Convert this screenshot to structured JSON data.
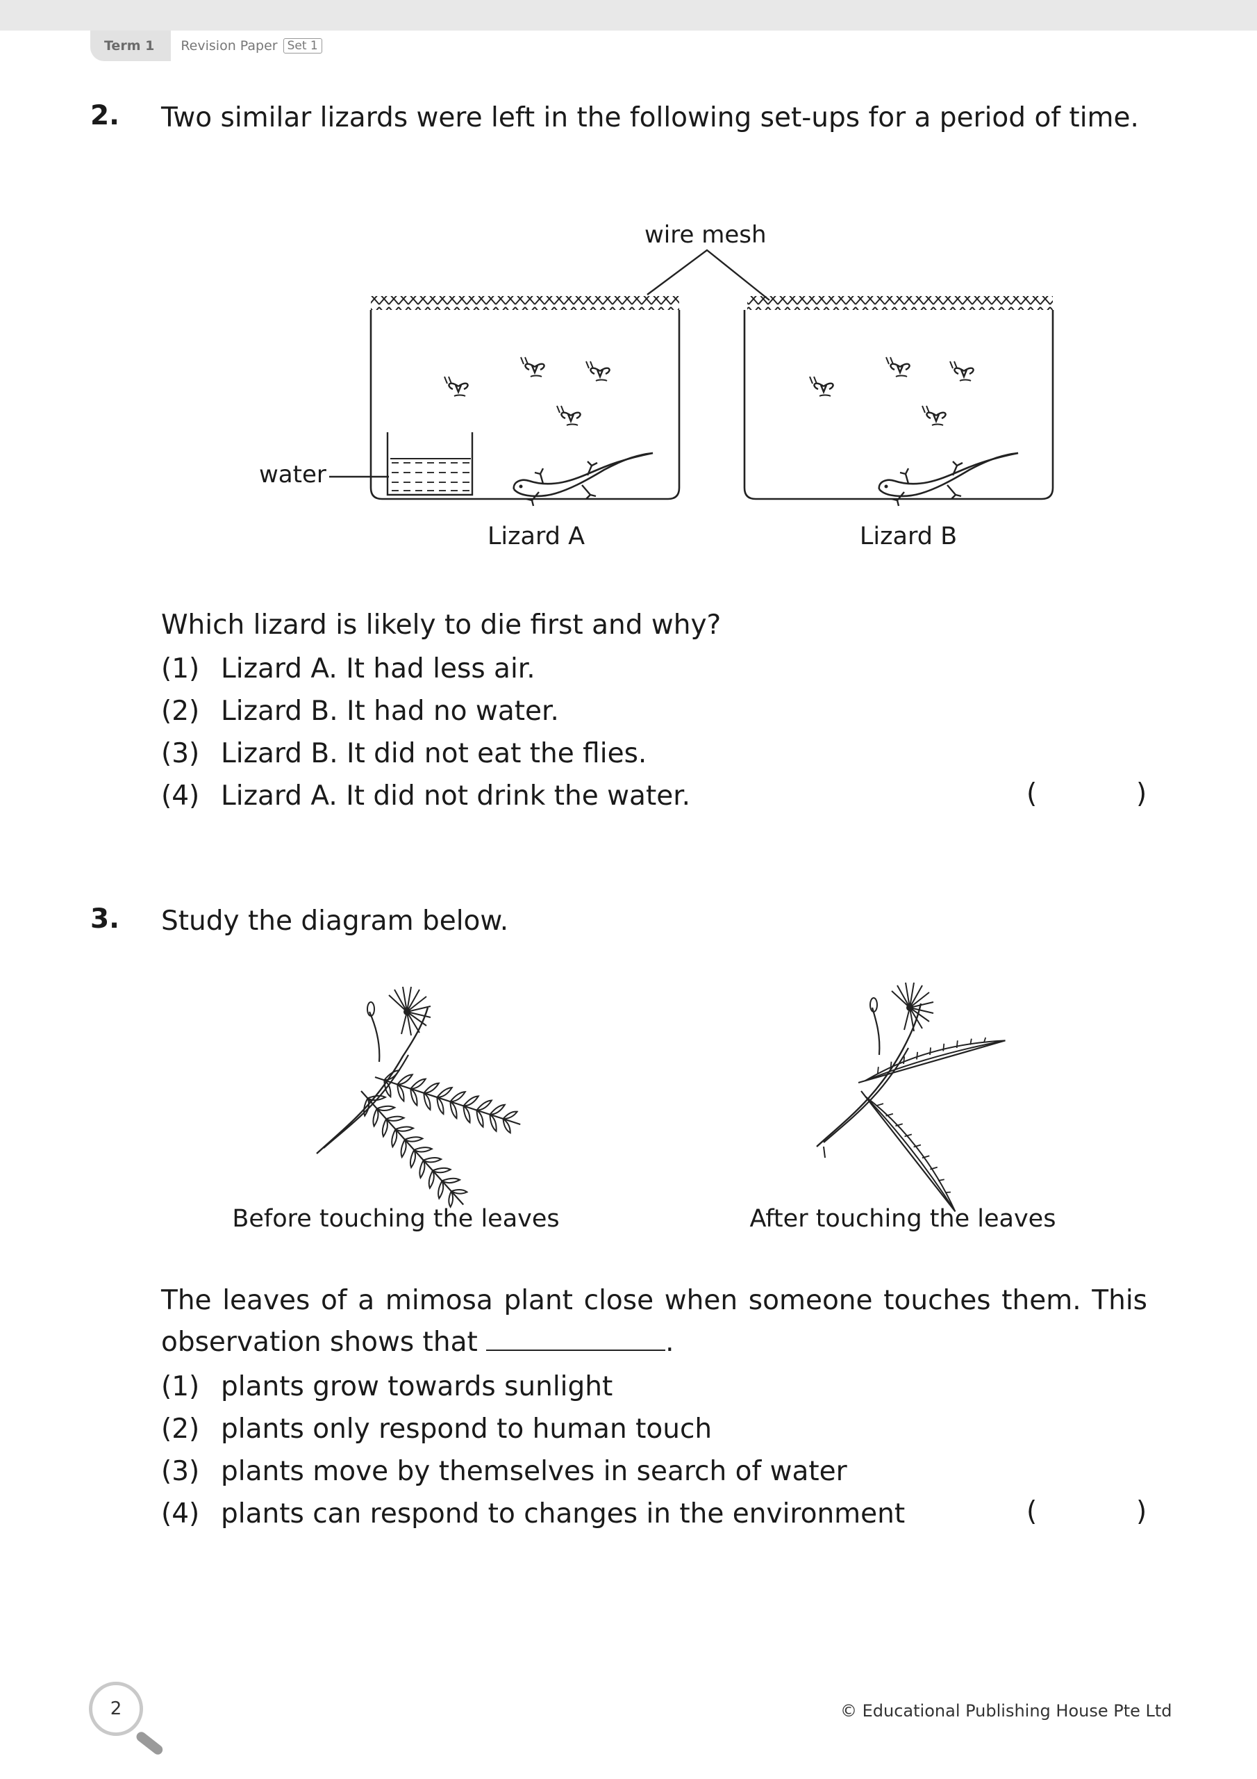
{
  "header": {
    "term": "Term 1",
    "paper": "Revision Paper",
    "set": "Set 1"
  },
  "q2": {
    "number": "2.",
    "stem": "Two similar lizards were left in the following set-ups for a period of time.",
    "diagram": {
      "wire_mesh": "wire mesh",
      "water": "water",
      "lizard_a": "Lizard A",
      "lizard_b": "Lizard B"
    },
    "question": "Which lizard is likely to die first and why?",
    "options": [
      {
        "num": "(1)",
        "text": "Lizard A. It had less air."
      },
      {
        "num": "(2)",
        "text": "Lizard B. It had no water."
      },
      {
        "num": "(3)",
        "text": "Lizard B. It did not eat the flies."
      },
      {
        "num": "(4)",
        "text": "Lizard A. It did not drink the water."
      }
    ],
    "answer_open": "(",
    "answer_close": ")"
  },
  "q3": {
    "number": "3.",
    "stem": "Study the diagram below.",
    "caption_before": "Before touching the leaves",
    "caption_after": "After touching the leaves",
    "question": "The leaves of a mimosa plant close when someone touches them. This observation shows that",
    "options": [
      {
        "num": "(1)",
        "text": "plants grow towards sunlight"
      },
      {
        "num": "(2)",
        "text": "plants only respond to human touch"
      },
      {
        "num": "(3)",
        "text": "plants move by themselves in search of water"
      },
      {
        "num": "(4)",
        "text": "plants can respond to changes in the environment"
      }
    ],
    "answer_open": "(",
    "answer_close": ")"
  },
  "footer": {
    "page": "2",
    "copyright": "© Educational Publishing House Pte Ltd"
  }
}
